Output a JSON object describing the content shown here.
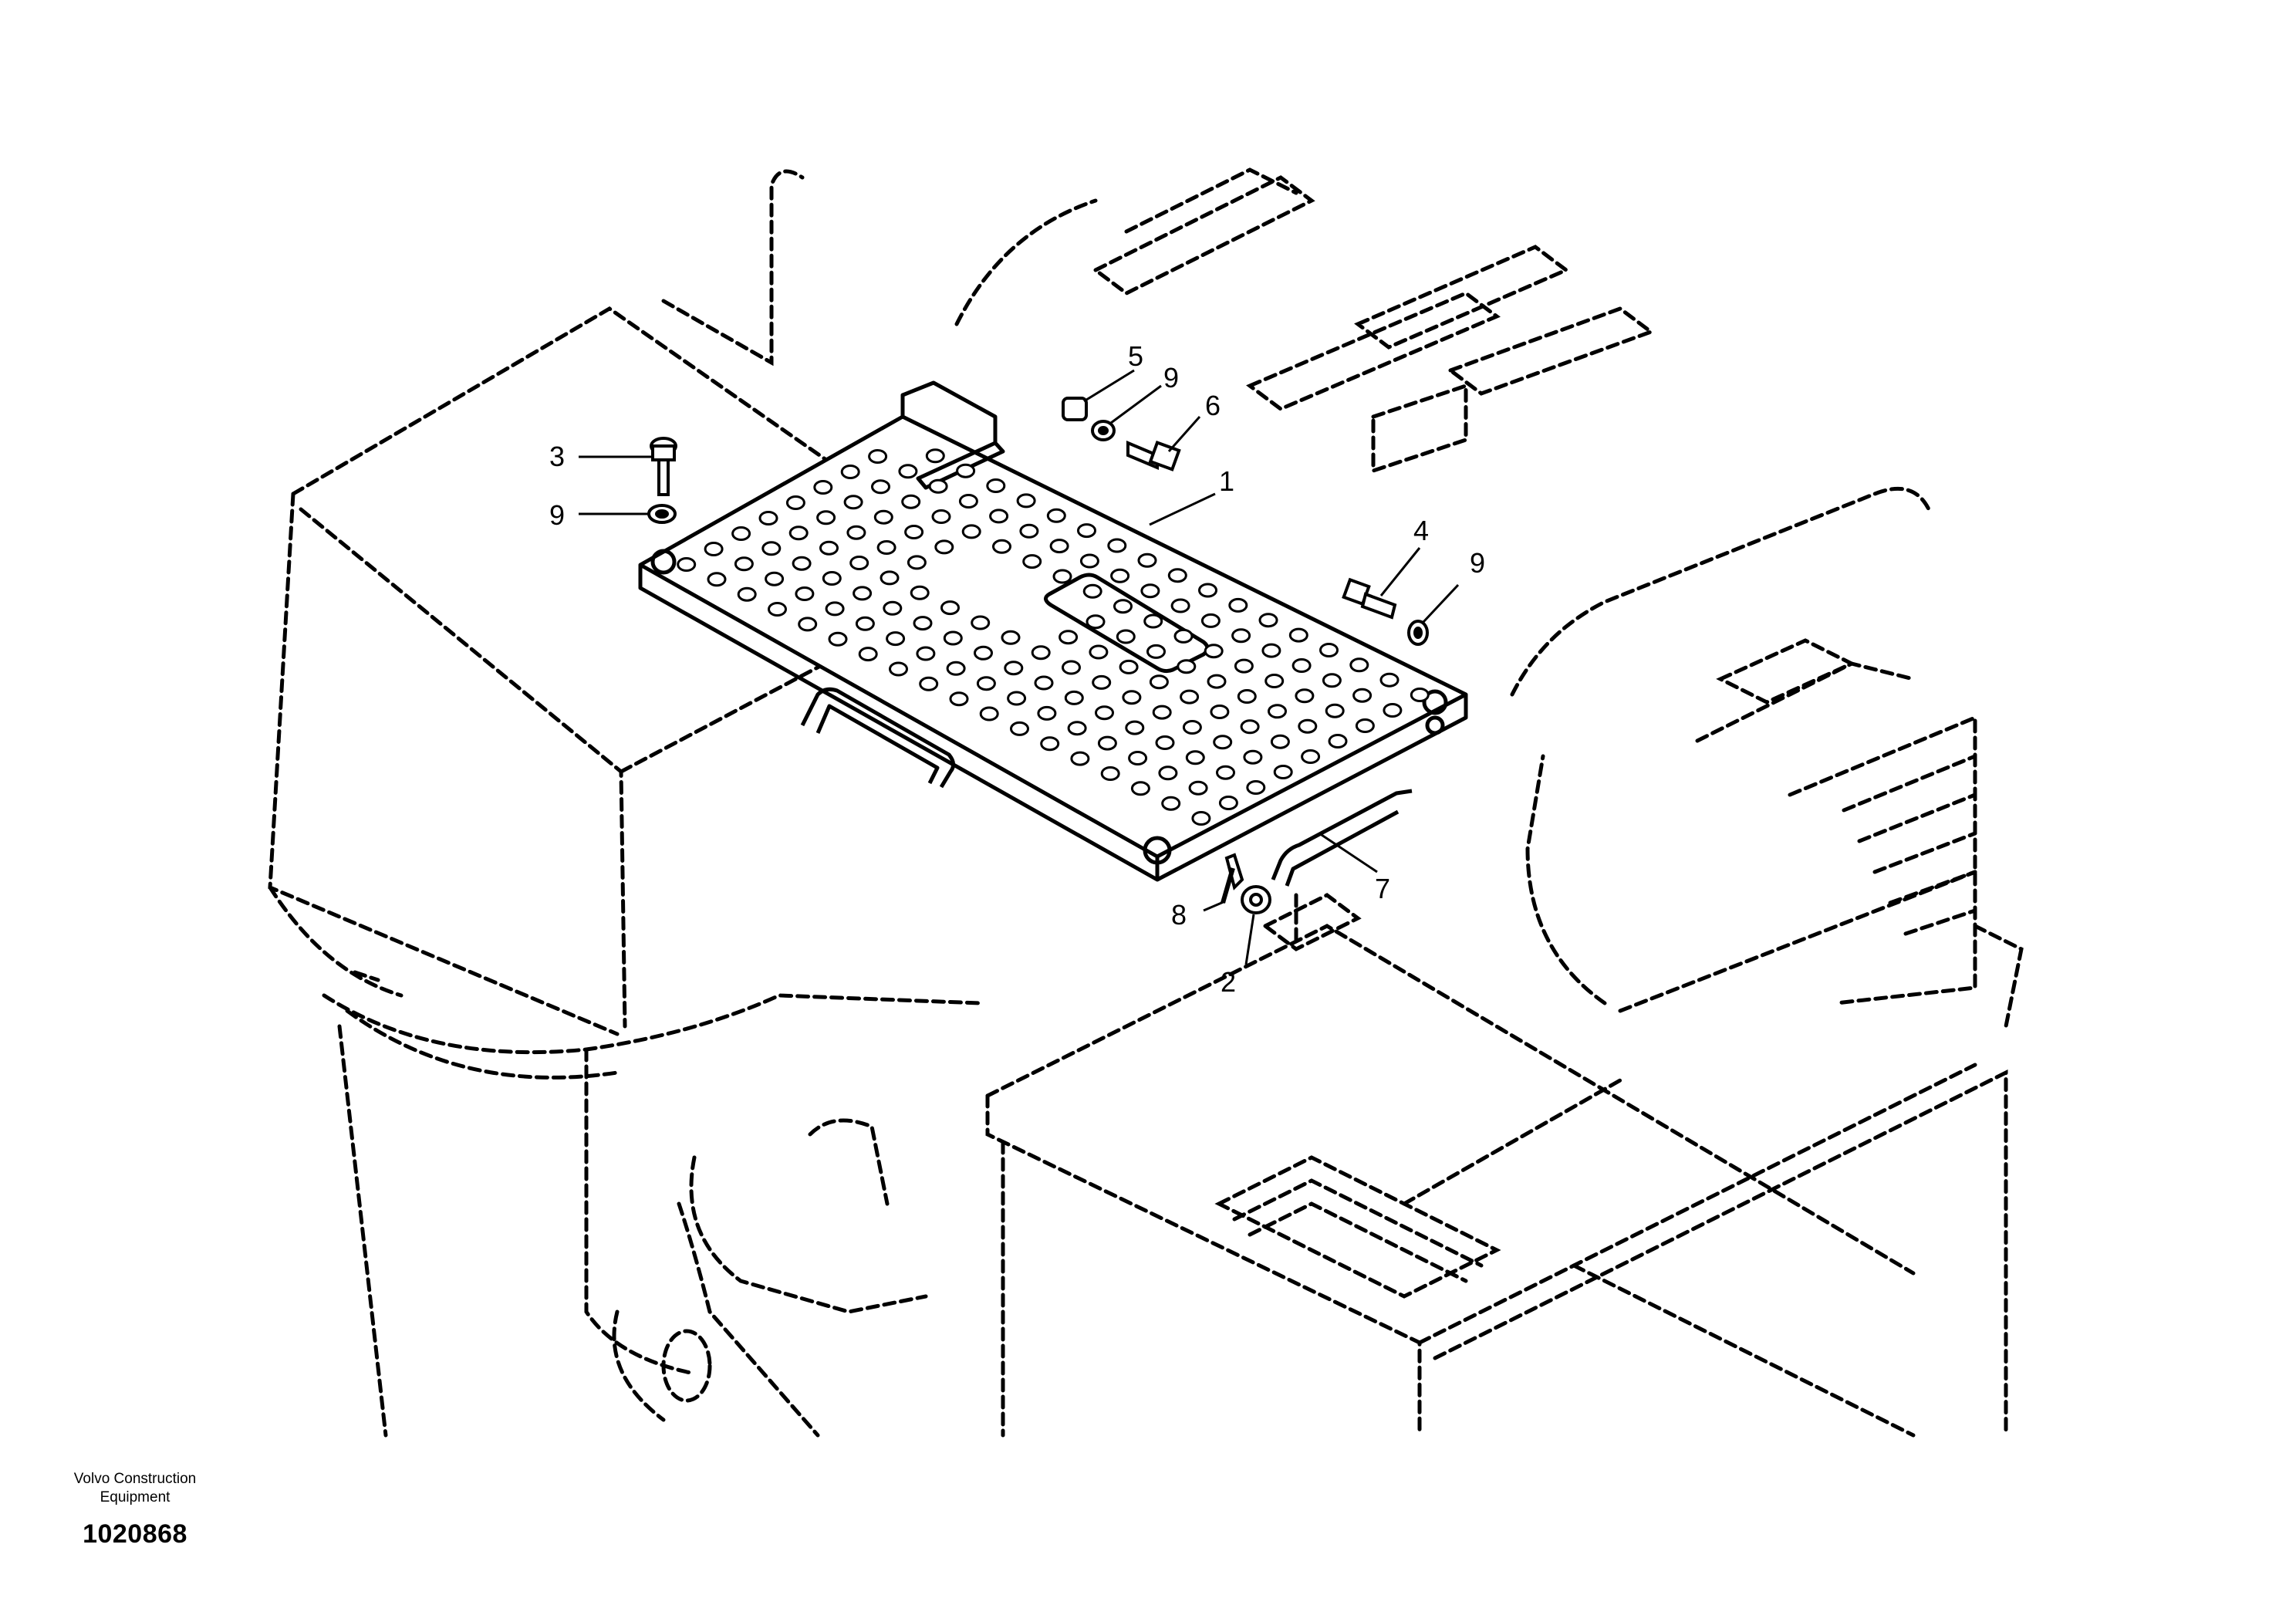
{
  "figure": {
    "publisher_line_1": "Volvo Construction",
    "publisher_line_2": "Equipment",
    "figure_number": "1020868"
  },
  "callouts": [
    {
      "id": "callout-1",
      "label": "1"
    },
    {
      "id": "callout-2",
      "label": "2"
    },
    {
      "id": "callout-3",
      "label": "3"
    },
    {
      "id": "callout-4",
      "label": "4"
    },
    {
      "id": "callout-5",
      "label": "5"
    },
    {
      "id": "callout-6",
      "label": "6"
    },
    {
      "id": "callout-7",
      "label": "7"
    },
    {
      "id": "callout-8",
      "label": "8"
    },
    {
      "id": "callout-9a",
      "label": "9"
    },
    {
      "id": "callout-9b",
      "label": "9"
    },
    {
      "id": "callout-9c",
      "label": "9"
    }
  ],
  "colors": {
    "line": "#000000",
    "background": "#ffffff"
  }
}
